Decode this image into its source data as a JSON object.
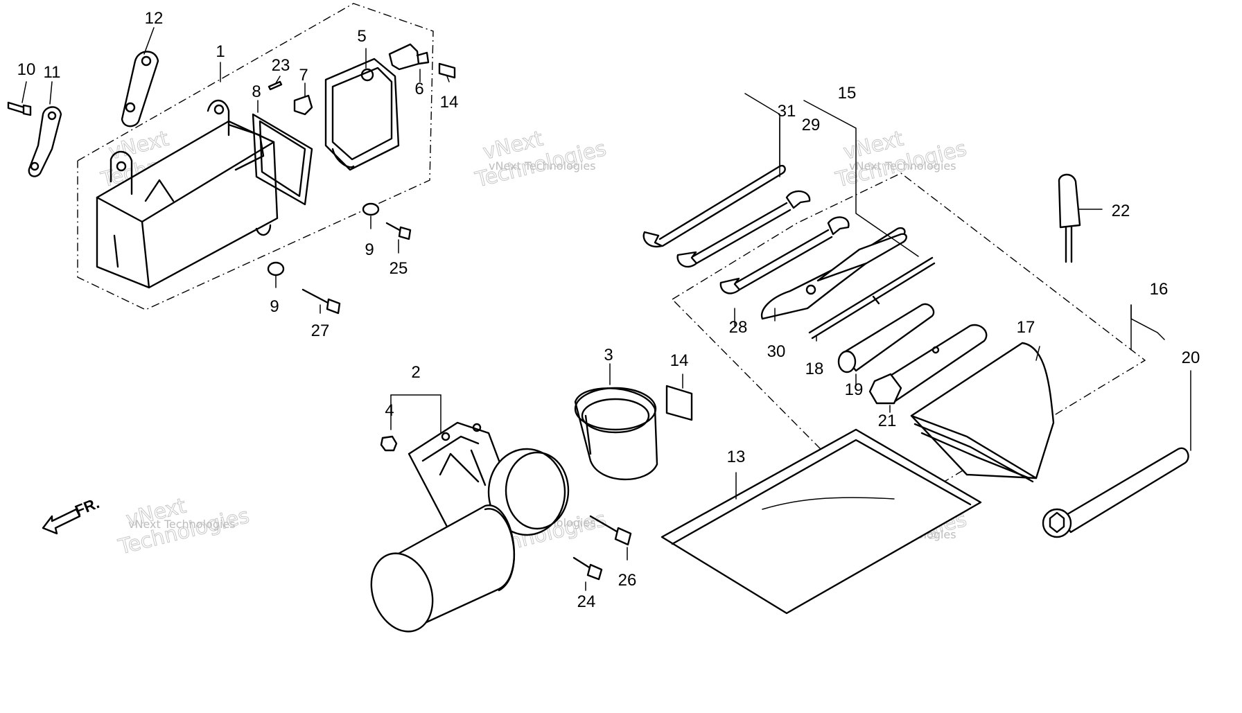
{
  "watermark": {
    "small": "vNext Technologies",
    "line1": "vNext",
    "line2": "Technologies"
  },
  "direction_label": "FR.",
  "callouts": [
    "1",
    "2",
    "3",
    "4",
    "5",
    "6",
    "7",
    "8",
    "9",
    "9",
    "10",
    "11",
    "12",
    "13",
    "14",
    "14",
    "15",
    "16",
    "17",
    "18",
    "19",
    "20",
    "21",
    "22",
    "23",
    "24",
    "25",
    "26",
    "27",
    "28",
    "29",
    "30",
    "31"
  ]
}
